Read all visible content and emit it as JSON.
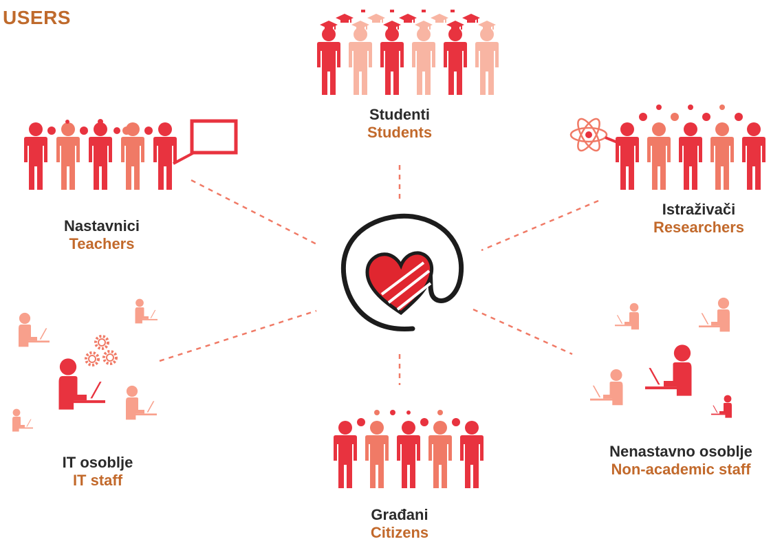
{
  "heading": "USERS",
  "colors": {
    "heading": "#bf6a2c",
    "english_label": "#c2692b",
    "local_label": "#2a2a2a",
    "red": "#e8333f",
    "salmon": "#f07a66",
    "pink": "#f8b5a3",
    "dash": "#f07a66"
  },
  "groups": [
    {
      "id": "students",
      "local": "Studenti",
      "english": "Students",
      "icon": "graduates-icon"
    },
    {
      "id": "teachers",
      "local": "Nastavnici",
      "english": "Teachers",
      "icon": "teachers-board-icon"
    },
    {
      "id": "researchers",
      "local": "Istraživači",
      "english": "Researchers",
      "icon": "researchers-atom-icon"
    },
    {
      "id": "it_staff",
      "local": "IT osoblje",
      "english": "IT staff",
      "icon": "it-staff-laptops-icon"
    },
    {
      "id": "non_academic",
      "local": "Nenastavno osoblje",
      "english": "Non-academic staff",
      "icon": "office-workers-icon"
    },
    {
      "id": "citizens",
      "local": "Građani",
      "english": "Citizens",
      "icon": "citizens-icon"
    }
  ],
  "center": {
    "icon": "at-heart-logo"
  }
}
